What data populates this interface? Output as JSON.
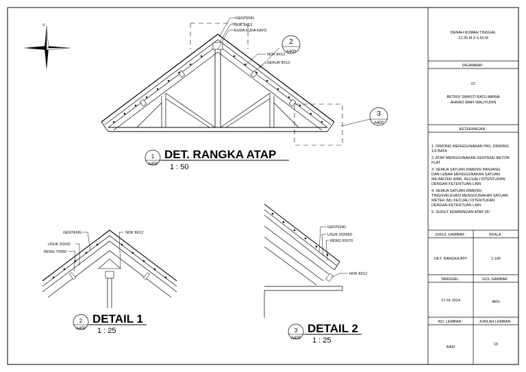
{
  "north": {
    "label": "U"
  },
  "main_drawing": {
    "labels": {
      "genteng": "GENTENG",
      "nok": "NOK 8X12",
      "kuda": "KUDA KUDA KAYU",
      "nok2": "NOK 8X12",
      "sekur": "SEKUR 8X12"
    },
    "callout2": {
      "num": "2",
      "sheet": "A400"
    },
    "callout3": {
      "num": "3",
      "sheet": "A400"
    },
    "title": {
      "num": "1",
      "sheet": "A400",
      "text": "DET. RANGKA ATAP",
      "scale": "1 : 50"
    }
  },
  "detail1": {
    "labels": {
      "genteng": "GENTENG",
      "nok": "NOK 8X12",
      "usuk": "USUK 20X50",
      "reng": "RENG 70X50"
    },
    "title": {
      "num": "2",
      "sheet": "A400",
      "text": "DETAIL 1",
      "scale": "1 : 25"
    }
  },
  "detail2": {
    "labels": {
      "genteng": "GENTENG",
      "usuk": "USUK 20X650",
      "reng": "RENG 50X70",
      "nok": "NOK 8X12"
    },
    "title": {
      "num": "3",
      "sheet": "A400",
      "text": "DETAIL 2",
      "scale": "1 : 25"
    }
  },
  "title_block": {
    "project_l1": "DENAH RUMAH TINGGAL",
    "project_l2": "12.35 M X 6.50 M",
    "drawn_header": "DIGAMBAR :",
    "drawn_num": "07",
    "drawn_name1": "BETRIX SWASTI RATU AMINA",
    "drawn_name2": "AHMAD WAFI WALIYUDIN",
    "notes_header": "KETERANGAN :",
    "notes": [
      "1. DINDING MENGGUNAKAN PAS. DINDING",
      "1/2 BATA",
      "2. ATAP MENGGUNAKAN GENTENG BETON",
      "FLAT",
      "3. SEMUA SATUAN DIMENSI PANJANG",
      "DAN LEBAR MENGGUNAKAN SATUAN",
      "MILIMETER (MM), KECUALI DITENTUKAN",
      "DENGAN KETENTUAN LAIN",
      "4. SEMUA SATUAN DIMENSI",
      "TINGGI/ELEVASI MENGGUNAKAN SATUAN",
      "METER (M), KECUALI DITENTUKAN",
      "DENGAN KETENTUAN LAIN",
      "5. SUDUT KEMIRINGAN ATAP 35°"
    ],
    "judul_header": "JUDUL GAMBAR :",
    "skala_header": "SKALA :",
    "judul_value": "DET. RANGKA ATP",
    "skala_value": "1:100",
    "tanggal_header": "TANGGAL :",
    "kode_header": "GOL GAMBAR :",
    "tanggal_value": "17-01-2024",
    "kode_value": "ARS",
    "lembar_header": "NO. LEMBAR :",
    "jumlah_header": "JUMLAH LEMBAR :",
    "lembar_value": "A400",
    "jumlah_value": "15"
  }
}
